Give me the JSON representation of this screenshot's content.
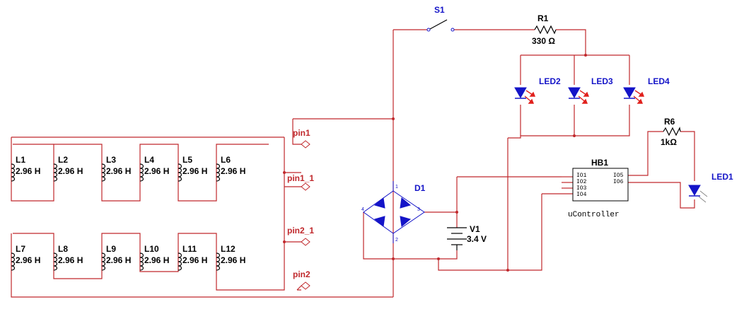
{
  "switch": {
    "label": "S1"
  },
  "r1": {
    "label": "R1",
    "value": "330 Ω"
  },
  "leds_top": [
    {
      "label": "LED2"
    },
    {
      "label": "LED3"
    },
    {
      "label": "LED4"
    }
  ],
  "r6": {
    "label": "R6",
    "value": "1kΩ"
  },
  "led1": {
    "label": "LED1"
  },
  "mcu": {
    "label": "HB1",
    "name": "uController",
    "left_pins": [
      "IO1",
      "IO2",
      "IO3",
      "IO4"
    ],
    "right_pins": [
      "IO5",
      "IO6"
    ]
  },
  "bridge": {
    "label": "D1",
    "pins": [
      "1",
      "2",
      "3",
      "4"
    ]
  },
  "battery": {
    "label": "V1",
    "value": "3.4 V"
  },
  "pins": [
    "pin1",
    "pin1_1",
    "pin2_1",
    "pin2"
  ],
  "inductors_top": [
    {
      "label": "L1",
      "value": "2.96 H"
    },
    {
      "label": "L2",
      "value": "2.96 H"
    },
    {
      "label": "L3",
      "value": "2.96 H"
    },
    {
      "label": "L4",
      "value": "2.96 H"
    },
    {
      "label": "L5",
      "value": "2.96 H"
    },
    {
      "label": "L6",
      "value": "2.96 H"
    }
  ],
  "inductors_bottom": [
    {
      "label": "L7",
      "value": "2.96 H"
    },
    {
      "label": "L8",
      "value": "2.96 H"
    },
    {
      "label": "L9",
      "value": "2.96 H"
    },
    {
      "label": "L10",
      "value": "2.96 H"
    },
    {
      "label": "L11",
      "value": "2.96 H"
    },
    {
      "label": "L12",
      "value": "2.96 H"
    }
  ]
}
